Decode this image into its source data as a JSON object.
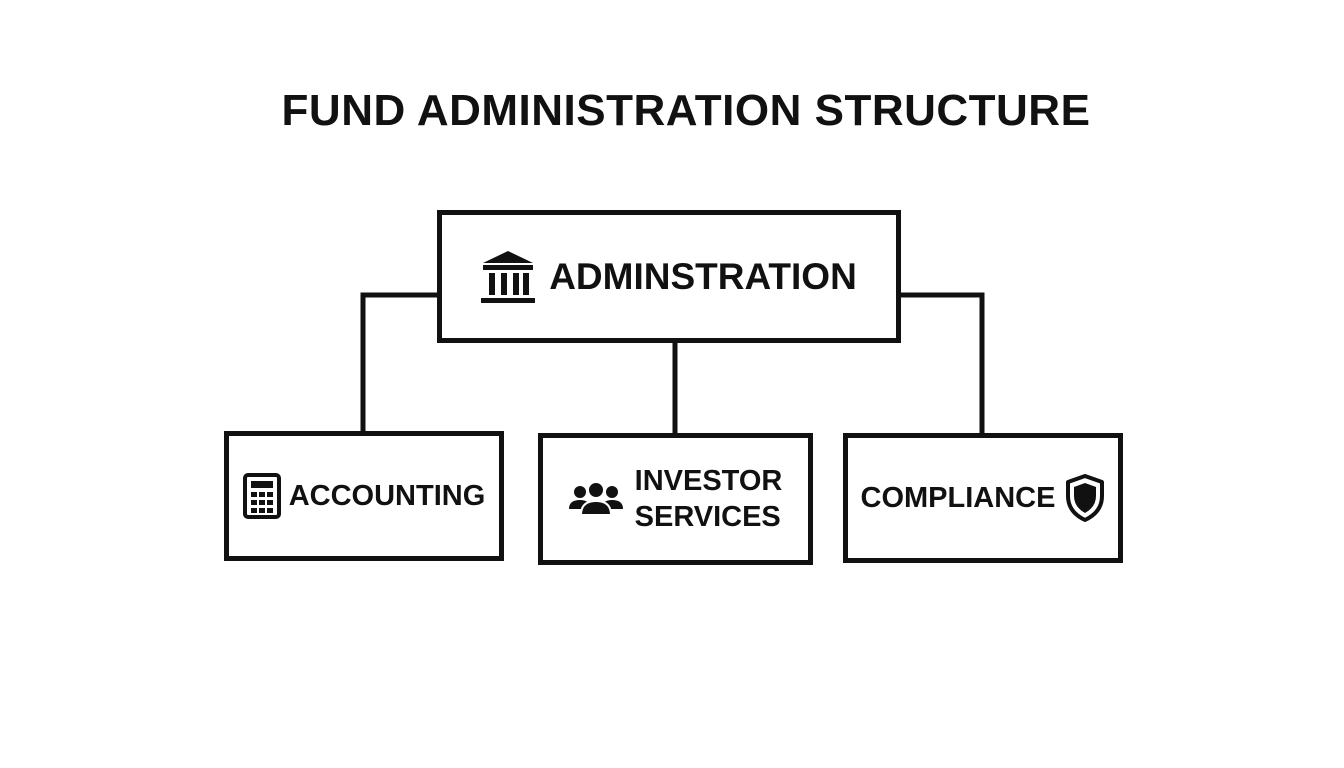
{
  "title": "FUND ADMINISTRATION STRUCTURE",
  "root": {
    "label": "ADMINSTRATION",
    "icon": "bank-building-icon"
  },
  "children": [
    {
      "label": "ACCOUNTING",
      "icon": "calculator-icon"
    },
    {
      "label_lines": [
        "INVESTOR",
        "SERVICES"
      ],
      "icon": "people-group-icon"
    },
    {
      "label": "COMPLIANCE",
      "icon": "shield-icon"
    }
  ],
  "colors": {
    "stroke": "#111111",
    "background": "#ffffff"
  }
}
